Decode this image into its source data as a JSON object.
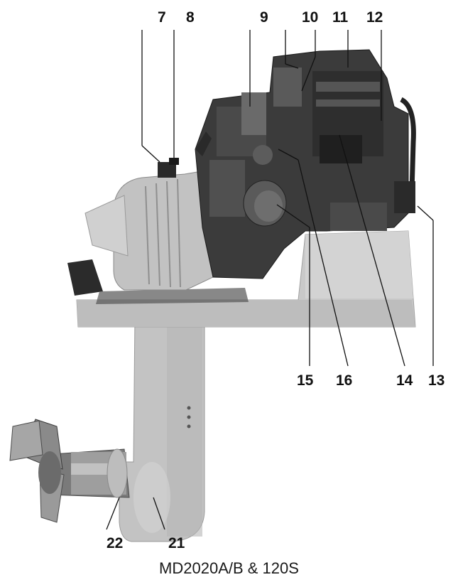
{
  "caption": "MD2020A/B & 120S",
  "callouts": [
    {
      "id": "7",
      "label": "7"
    },
    {
      "id": "8",
      "label": "8"
    },
    {
      "id": "9",
      "label": "9"
    },
    {
      "id": "10",
      "label": "10"
    },
    {
      "id": "11",
      "label": "11"
    },
    {
      "id": "12",
      "label": "12"
    },
    {
      "id": "13",
      "label": "13"
    },
    {
      "id": "14",
      "label": "14"
    },
    {
      "id": "15",
      "label": "15"
    },
    {
      "id": "16",
      "label": "16"
    },
    {
      "id": "21",
      "label": "21"
    },
    {
      "id": "22",
      "label": "22"
    }
  ],
  "colors": {
    "engine_block": "#3b3b3b",
    "engine_dark": "#1e1e1e",
    "housing_light": "#c9c9c9",
    "housing_mid": "#a9a9a9",
    "leader_line": "#111111"
  }
}
